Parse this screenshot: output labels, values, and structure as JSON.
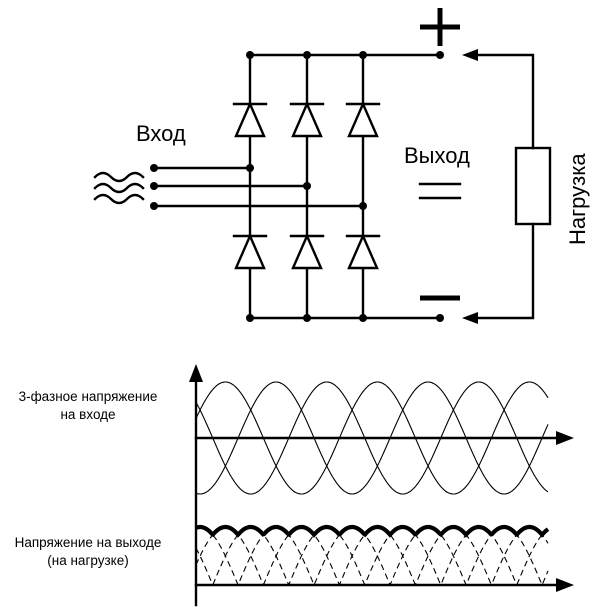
{
  "labels": {
    "input": "Вход",
    "output": "Выход",
    "load": "Нагрузка",
    "plus": "+",
    "minus": "−",
    "ac_symbol": "≋",
    "dc_symbol": "═",
    "graph1_line1": "3-фазное напряжение",
    "graph1_line2": "на входе",
    "graph2_line1": "Напряжение на выходе",
    "graph2_line2": "(на нагрузке)"
  },
  "icons": {
    "ac_source": "ac-tilde-icon",
    "dc_output": "dc-equals-icon"
  }
}
